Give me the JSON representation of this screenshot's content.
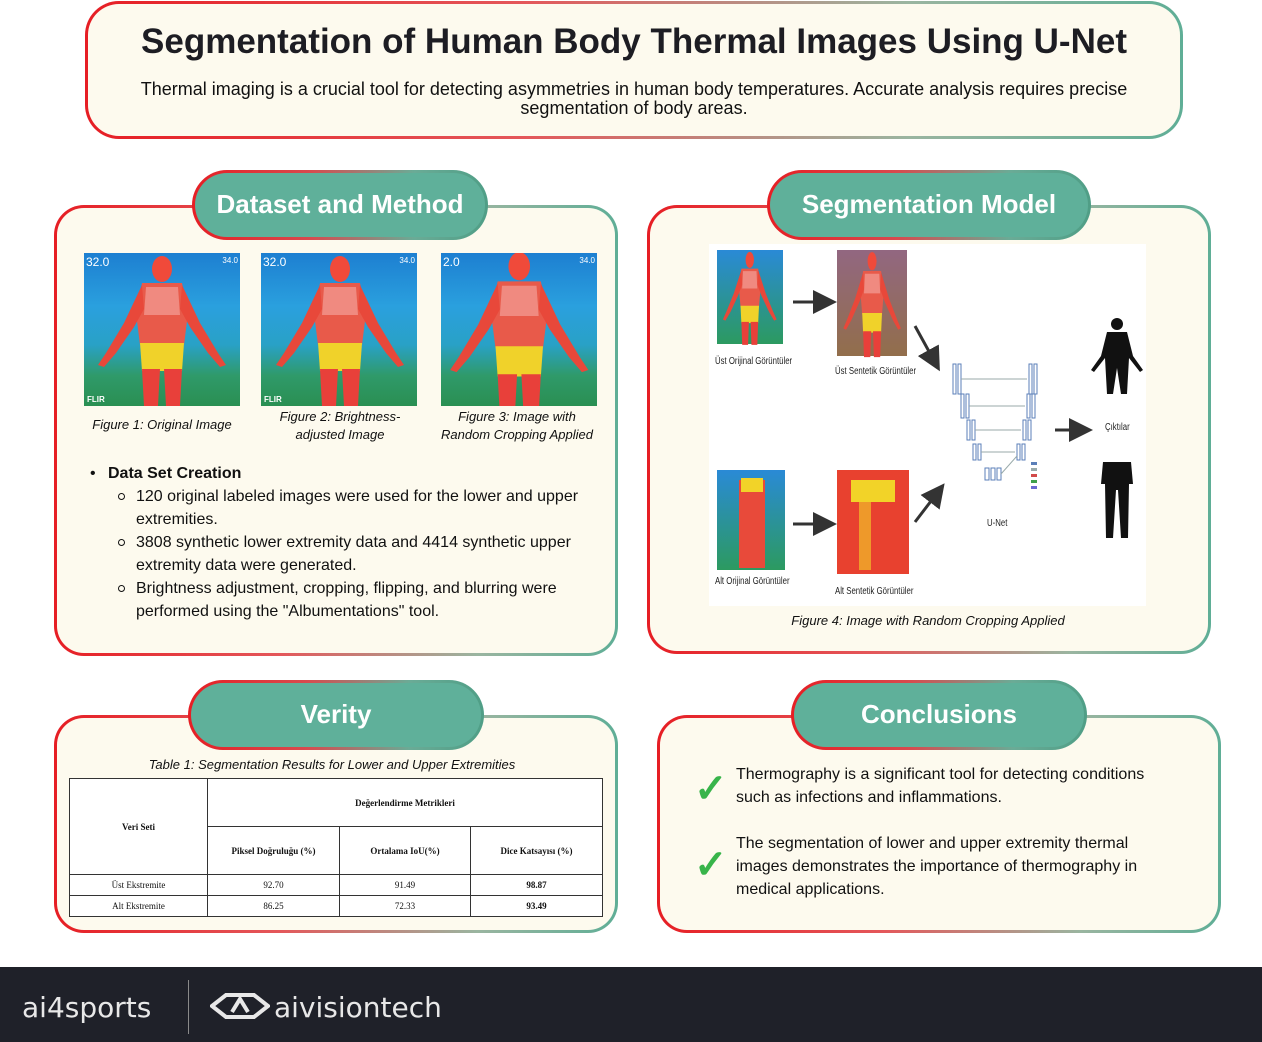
{
  "header": {
    "title": "Segmentation of Human Body Thermal Images Using U-Net",
    "intro": "Thermal imaging is a crucial tool for detecting asymmetries in human body temperatures. Accurate analysis requires precise segmentation of body areas."
  },
  "dataset_method": {
    "heading": "Dataset and Method",
    "images": [
      {
        "temp_left": "32.0",
        "temp_right": "34.0",
        "brand": "FLIR",
        "caption": "Figure 1: Original Image"
      },
      {
        "temp_left": "32.0",
        "temp_right": "34.0",
        "brand": "FLIR",
        "caption": "Figure 2: Brightness-adjusted Image"
      },
      {
        "temp_left": "2.0",
        "temp_right": "34.0",
        "brand": "",
        "caption": "Figure 3: Image with Random Cropping Applied"
      }
    ],
    "list_title": "Data Set Creation",
    "items": [
      "120 original labeled images were used for the lower and upper extremities.",
      "3808 synthetic lower extremity data and 4414 synthetic upper extremity data were generated.",
      "Brightness adjustment, cropping, flipping, and blurring were performed using the \"Albumentations\" tool."
    ]
  },
  "segmentation": {
    "heading": "Segmentation Model",
    "labels": {
      "upper_original": "Üst Orijinal Görüntüler",
      "upper_synthetic": "Üst Sentetik Görüntüler",
      "lower_original": "Alt Orijinal Görüntüler",
      "lower_synthetic": "Alt Sentetik Görüntüler",
      "unet": "U-Net",
      "outputs": "Çıktılar"
    },
    "caption": "Figure 4: Image with Random Cropping Applied"
  },
  "verity": {
    "heading": "Verity",
    "caption": "Table 1: Segmentation Results for Lower and Upper Extremities",
    "col_dataset": "Veri Seti",
    "col_group": "Değerlendirme Metrikleri",
    "columns": [
      "Piksel Doğruluğu (%)",
      "Ortalama IoU(%)",
      "Dice Katsayısı (%)"
    ],
    "rows": [
      {
        "name": "Üst Ekstremite",
        "values": [
          "92.70",
          "91.49",
          "98.87"
        ]
      },
      {
        "name": "Alt Ekstremite",
        "values": [
          "86.25",
          "72.33",
          "93.49"
        ]
      }
    ]
  },
  "conclusions": {
    "heading": "Conclusions",
    "items": [
      "Thermography is a significant tool for detecting conditions such as infections and inflammations.",
      "The segmentation of lower and upper extremity thermal images demonstrates the importance of thermography in medical applications."
    ]
  },
  "footer": {
    "brand_left": "ai4sports",
    "brand_right": "aivisiontech"
  }
}
